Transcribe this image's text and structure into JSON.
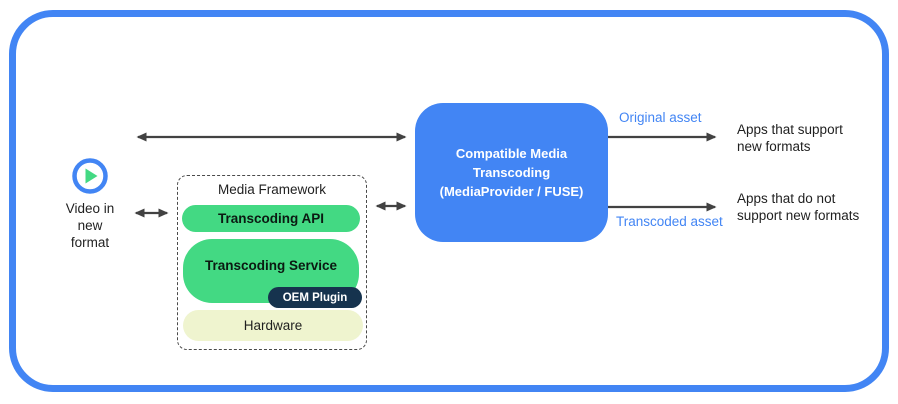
{
  "colors": {
    "accent_blue": "#4285F4",
    "pill_green": "#43D983",
    "oem_navy": "#16334E",
    "hardware_pale": "#EFF4CF",
    "arrow_gray": "#424242"
  },
  "source": {
    "icon": "play-icon",
    "label": "Video in\nnew\nformat"
  },
  "media_framework": {
    "title": "Media Framework",
    "layers": [
      "Transcoding API",
      "Transcoding Service",
      "OEM Plugin",
      "Hardware"
    ]
  },
  "transcoding_box": {
    "label": "Compatible Media\nTranscoding\n(MediaProvider / FUSE)"
  },
  "outputs": [
    {
      "arrow_label": "Original asset",
      "target": "Apps that support\nnew formats"
    },
    {
      "arrow_label": "Transcoded asset",
      "target": "Apps that do not\nsupport new formats"
    }
  ]
}
